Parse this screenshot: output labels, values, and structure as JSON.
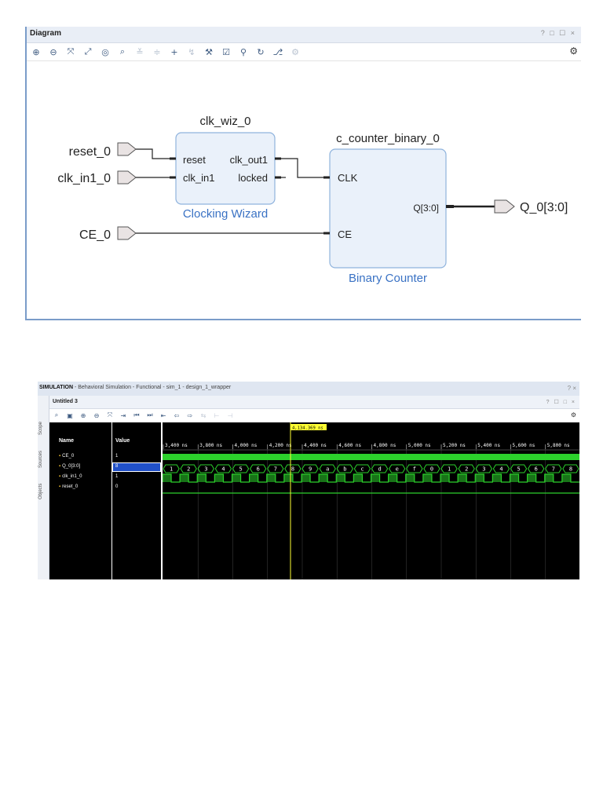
{
  "diagram": {
    "title": "Diagram",
    "window_controls": "? □ ☐ ×",
    "toolbar_icons": [
      "zoom-in-icon",
      "zoom-out-icon",
      "fit-icon",
      "fit-selection-icon",
      "auto-fit-icon",
      "search-icon",
      "collapse-icon",
      "expand-icon",
      "add-ip-icon",
      "validate-icon",
      "wrench-icon",
      "regenerate-icon",
      "pin-icon",
      "refresh-icon",
      "route-icon",
      "settings-icon"
    ],
    "blocks": {
      "clk_wiz": {
        "instance": "clk_wiz_0",
        "type_label": "Clocking Wizard",
        "ports_in": [
          "reset",
          "clk_in1"
        ],
        "ports_out": [
          "clk_out1",
          "locked"
        ]
      },
      "counter": {
        "instance": "c_counter_binary_0",
        "type_label": "Binary Counter",
        "ports_in": [
          "CLK",
          "CE"
        ],
        "port_out": "Q[3:0]"
      }
    },
    "ext_inputs": [
      "reset_0",
      "clk_in1_0",
      "CE_0"
    ],
    "ext_output": "Q_0[3:0]"
  },
  "simulation": {
    "title_bold": "SIMULATION",
    "title_rest": " - Behavioral Simulation - Functional - sim_1 - design_1_wrapper",
    "help": "? ×",
    "side_tabs": [
      "Scope",
      "Sources",
      "Objects"
    ],
    "wave_title": "Untitled 3",
    "wave_controls": "? ☐ □ ×",
    "toolbar_icons": [
      "search-icon",
      "save-icon",
      "zoom-in-icon",
      "zoom-out-icon",
      "zoom-fit-icon",
      "goto-cursor-icon",
      "go-first-icon",
      "go-last-icon",
      "add-marker-icon",
      "prev-marker-icon",
      "next-marker-icon",
      "swap-cursor-icon",
      "snap-icon",
      "restart-icon"
    ],
    "col_name": "Name",
    "col_value": "Value",
    "signals": [
      {
        "name": "CE_0",
        "value": "1"
      },
      {
        "name": "Q_0[3:0]",
        "value": "8"
      },
      {
        "name": "clk_in1_0",
        "value": "1"
      },
      {
        "name": "reset_0",
        "value": "0"
      }
    ],
    "cursor_label": "4,134.369 ns",
    "time_ticks": [
      "3,400 ns",
      "3,800 ns",
      "4,000 ns",
      "4,200 ns",
      "4,400 ns",
      "4,600 ns",
      "4,800 ns",
      "5,000 ns",
      "5,200 ns",
      "5,400 ns",
      "5,600 ns",
      "5,800 ns"
    ],
    "bus_values": [
      "1",
      "2",
      "3",
      "4",
      "5",
      "6",
      "7",
      "8",
      "9",
      "a",
      "b",
      "c",
      "d",
      "e",
      "f",
      "0",
      "1",
      "2",
      "3",
      "4",
      "5",
      "6",
      "7",
      "8"
    ],
    "colors": {
      "wave": "#2cd12c",
      "background": "#000000",
      "cursor": "#ffff33",
      "selection": "#2050c8"
    }
  }
}
